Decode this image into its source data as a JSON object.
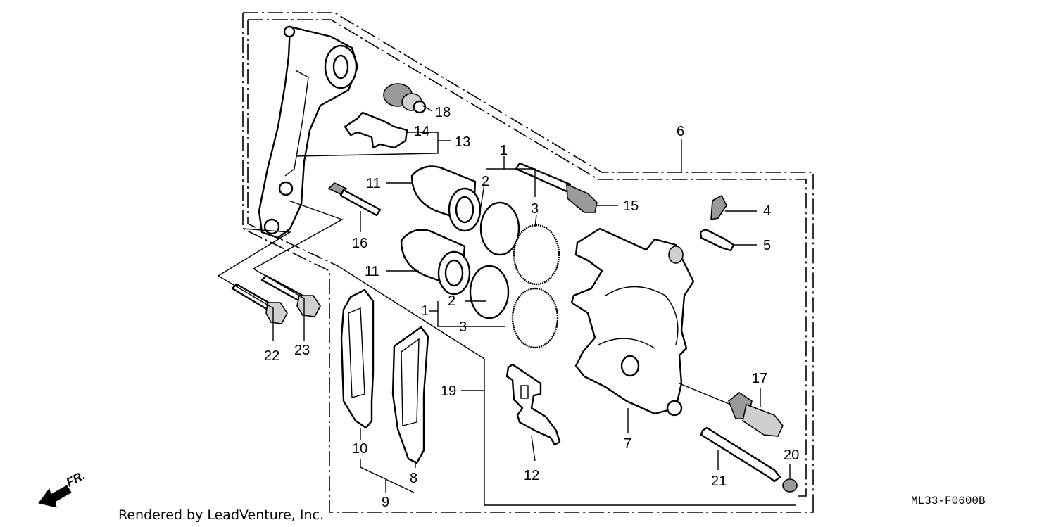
{
  "diagram": {
    "labels": {
      "l6": "6",
      "l18": "18",
      "l14": "14",
      "l13": "13",
      "l1a": "1",
      "l2a": "2",
      "l3a": "3",
      "l11a": "11",
      "l11b": "11",
      "l15": "15",
      "l4": "4",
      "l5": "5",
      "l16": "16",
      "l1b": "1",
      "l2b": "2",
      "l3b": "3",
      "l22": "22",
      "l23": "23",
      "l17": "17",
      "l19": "19",
      "l10": "10",
      "l8": "8",
      "l9": "9",
      "l12": "12",
      "l7": "7",
      "l21": "21",
      "l20": "20"
    },
    "direction_label": "FR.",
    "credit": "Rendered by LeadVenture, Inc.",
    "diagram_code": "ML33-F0600B"
  }
}
